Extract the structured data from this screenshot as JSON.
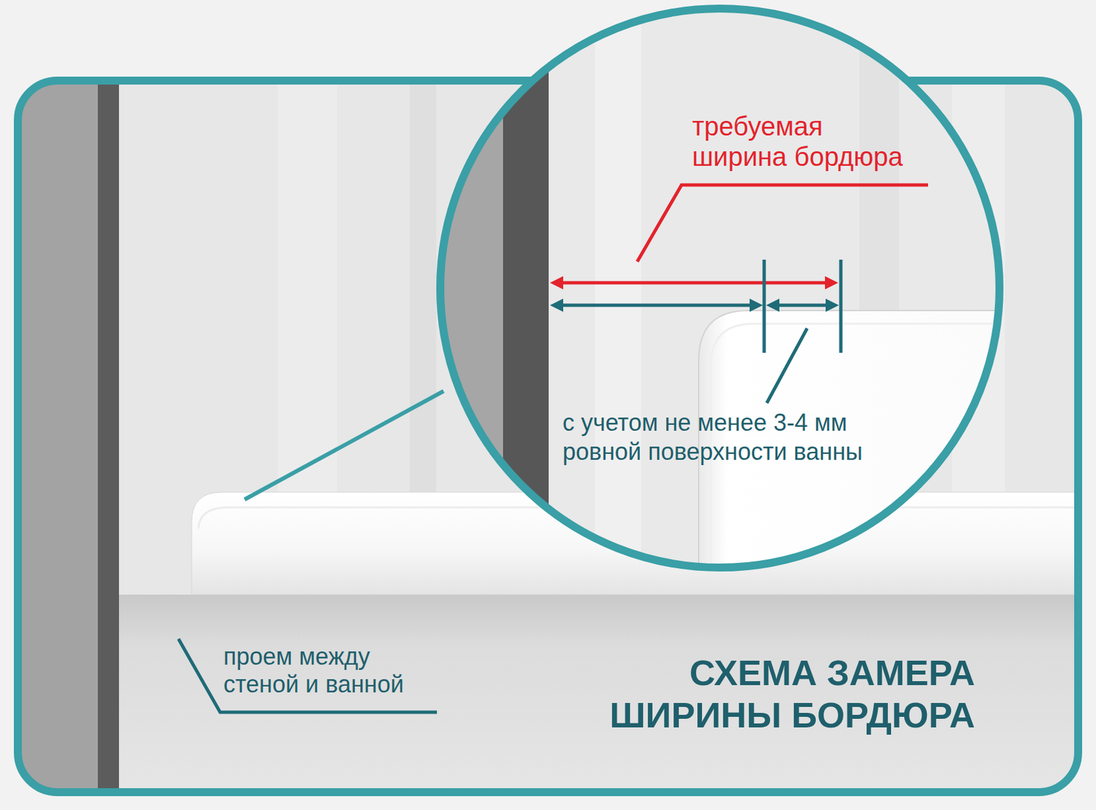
{
  "diagram": {
    "title": "СХЕМА ЗАМЕРА ШИРИНЫ БОРДЮРА",
    "labels": [
      "требуемая ширина бордюра",
      "с учетом не менее 3-4 мм ровной поверхности ванны",
      "проем между стеной и ванной"
    ]
  }
}
